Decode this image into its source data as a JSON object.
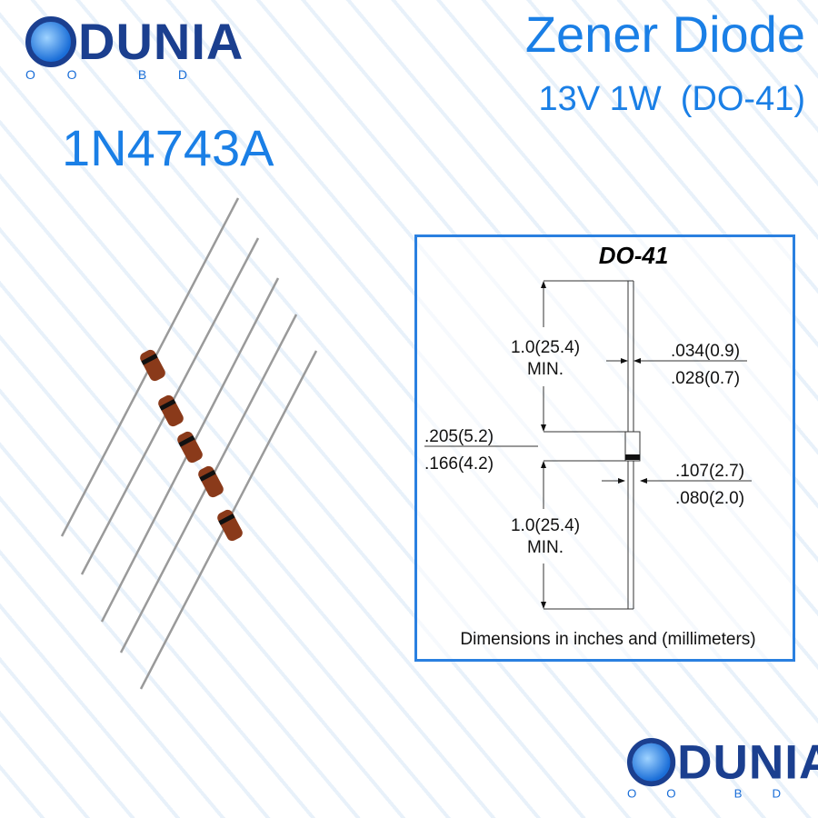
{
  "brand": {
    "name": "DUNIA",
    "sub": [
      "O",
      "O",
      "B",
      "D"
    ]
  },
  "header": {
    "title": "Zener Diode",
    "subtitle": "13V 1W  (DO-41)"
  },
  "part_number": "1N4743A",
  "watermark": "Dunia BD",
  "diagram": {
    "title": "DO-41",
    "lead_length_top": [
      "1.0(25.4)",
      "MIN."
    ],
    "lead_length_bottom": [
      "1.0(25.4)",
      "MIN."
    ],
    "lead_dia": [
      ".034(0.9)",
      ".028(0.7)"
    ],
    "body_length": [
      ".205(5.2)",
      ".166(4.2)"
    ],
    "body_dia": [
      ".107(2.7)",
      ".080(2.0)"
    ],
    "footnote": "Dimensions in inches and (millimeters)"
  },
  "colors": {
    "accent": "#1a7fe6",
    "brand_dark": "#1b3f8f",
    "box_border": "#2a80e0"
  }
}
